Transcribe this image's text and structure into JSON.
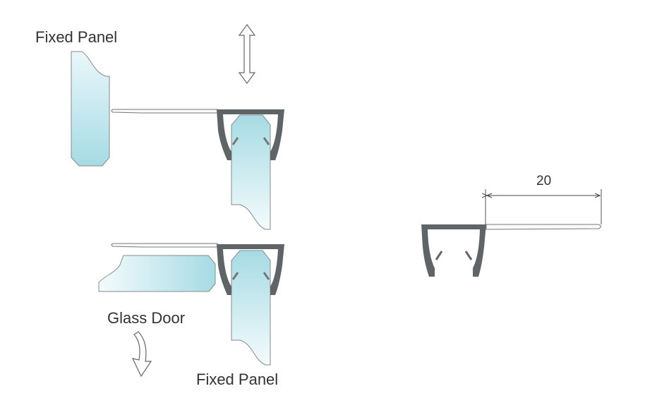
{
  "labels": {
    "fixed_panel_top": "Fixed Panel",
    "glass_door": "Glass Door",
    "fixed_panel_bottom": "Fixed Panel",
    "dimension": "20"
  },
  "colors": {
    "glass_top": "#e4f4f8",
    "glass_bottom": "#a9dde6",
    "channel": "#5f6566",
    "outline": "#777"
  }
}
